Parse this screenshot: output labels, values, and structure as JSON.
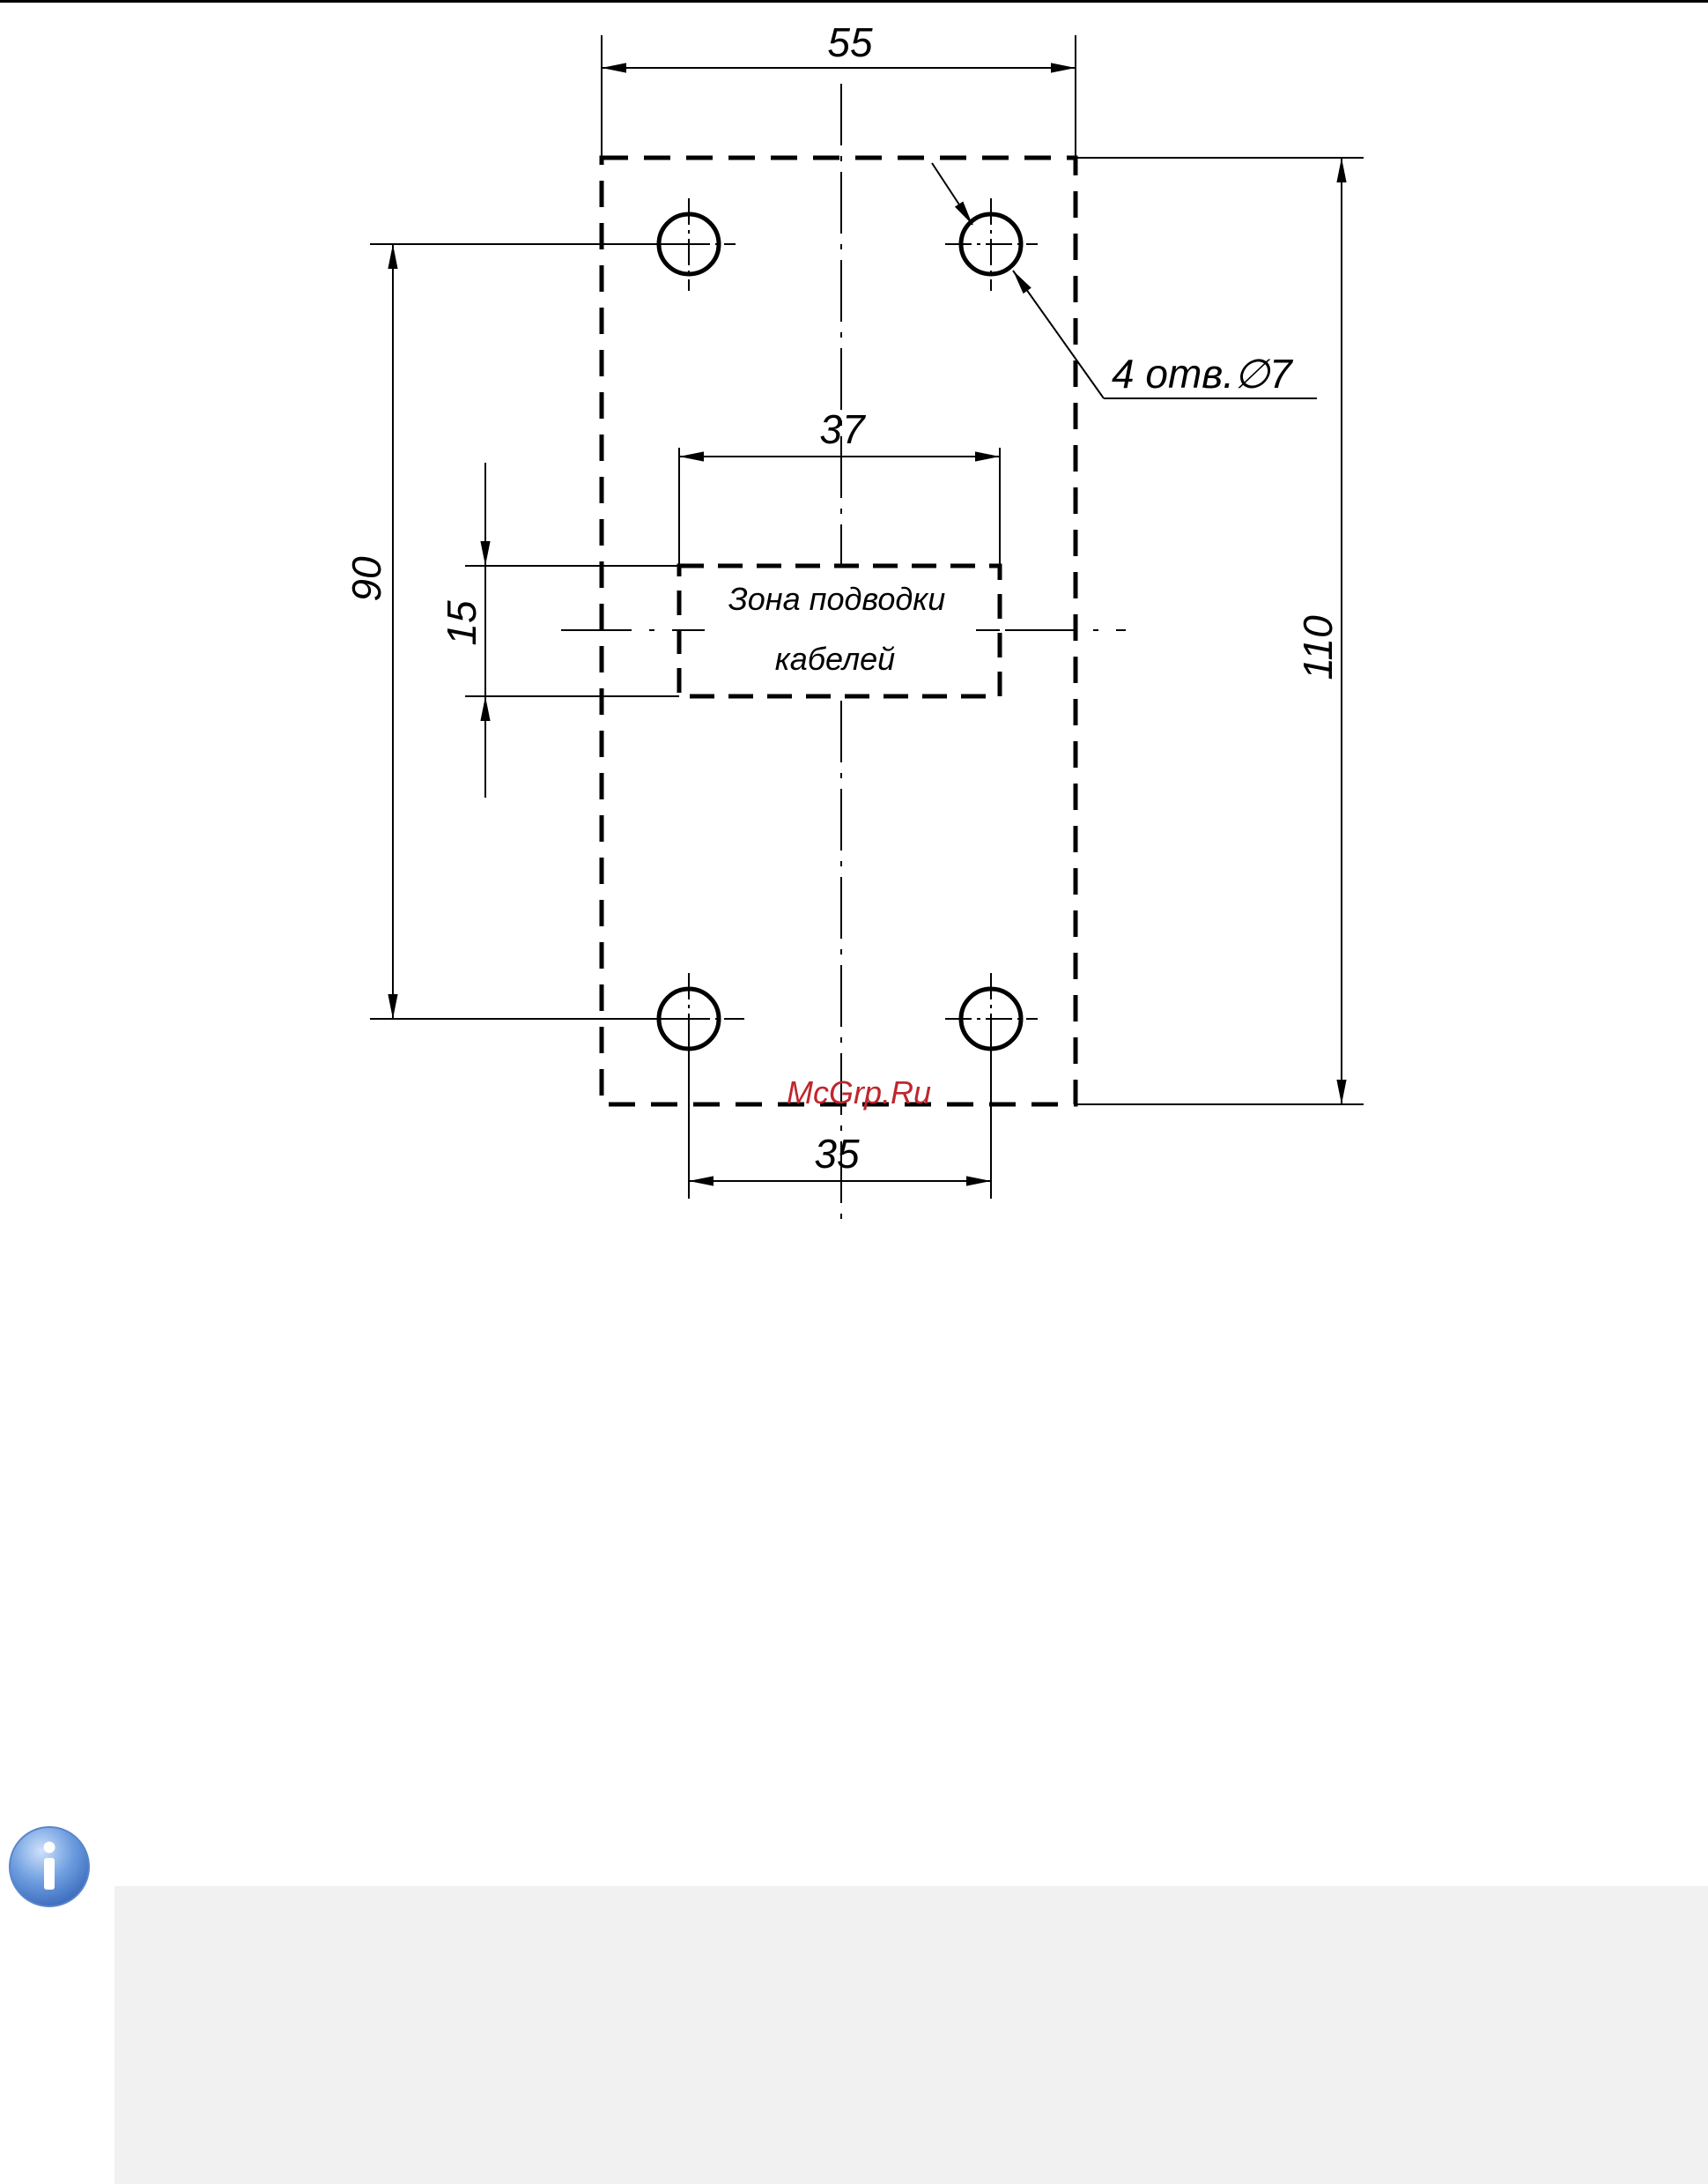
{
  "drawing": {
    "dimensions": {
      "overall_width": "55",
      "overall_height": "110",
      "hole_spacing_vertical": "90",
      "hole_spacing_horizontal": "35",
      "cable_zone_width": "37",
      "cable_zone_height": "15"
    },
    "holes_callout": "4 отв.∅7",
    "cable_zone_label_line1": "Зона подводки",
    "cable_zone_label_line2": "кабелей",
    "watermark": "McGrp.Ru"
  },
  "colors": {
    "line": "#000000",
    "watermark": "#c0262d",
    "note_background": "#f1f1f1",
    "info_icon": "#5b8fd6"
  },
  "icons": {
    "info": "info-icon"
  }
}
